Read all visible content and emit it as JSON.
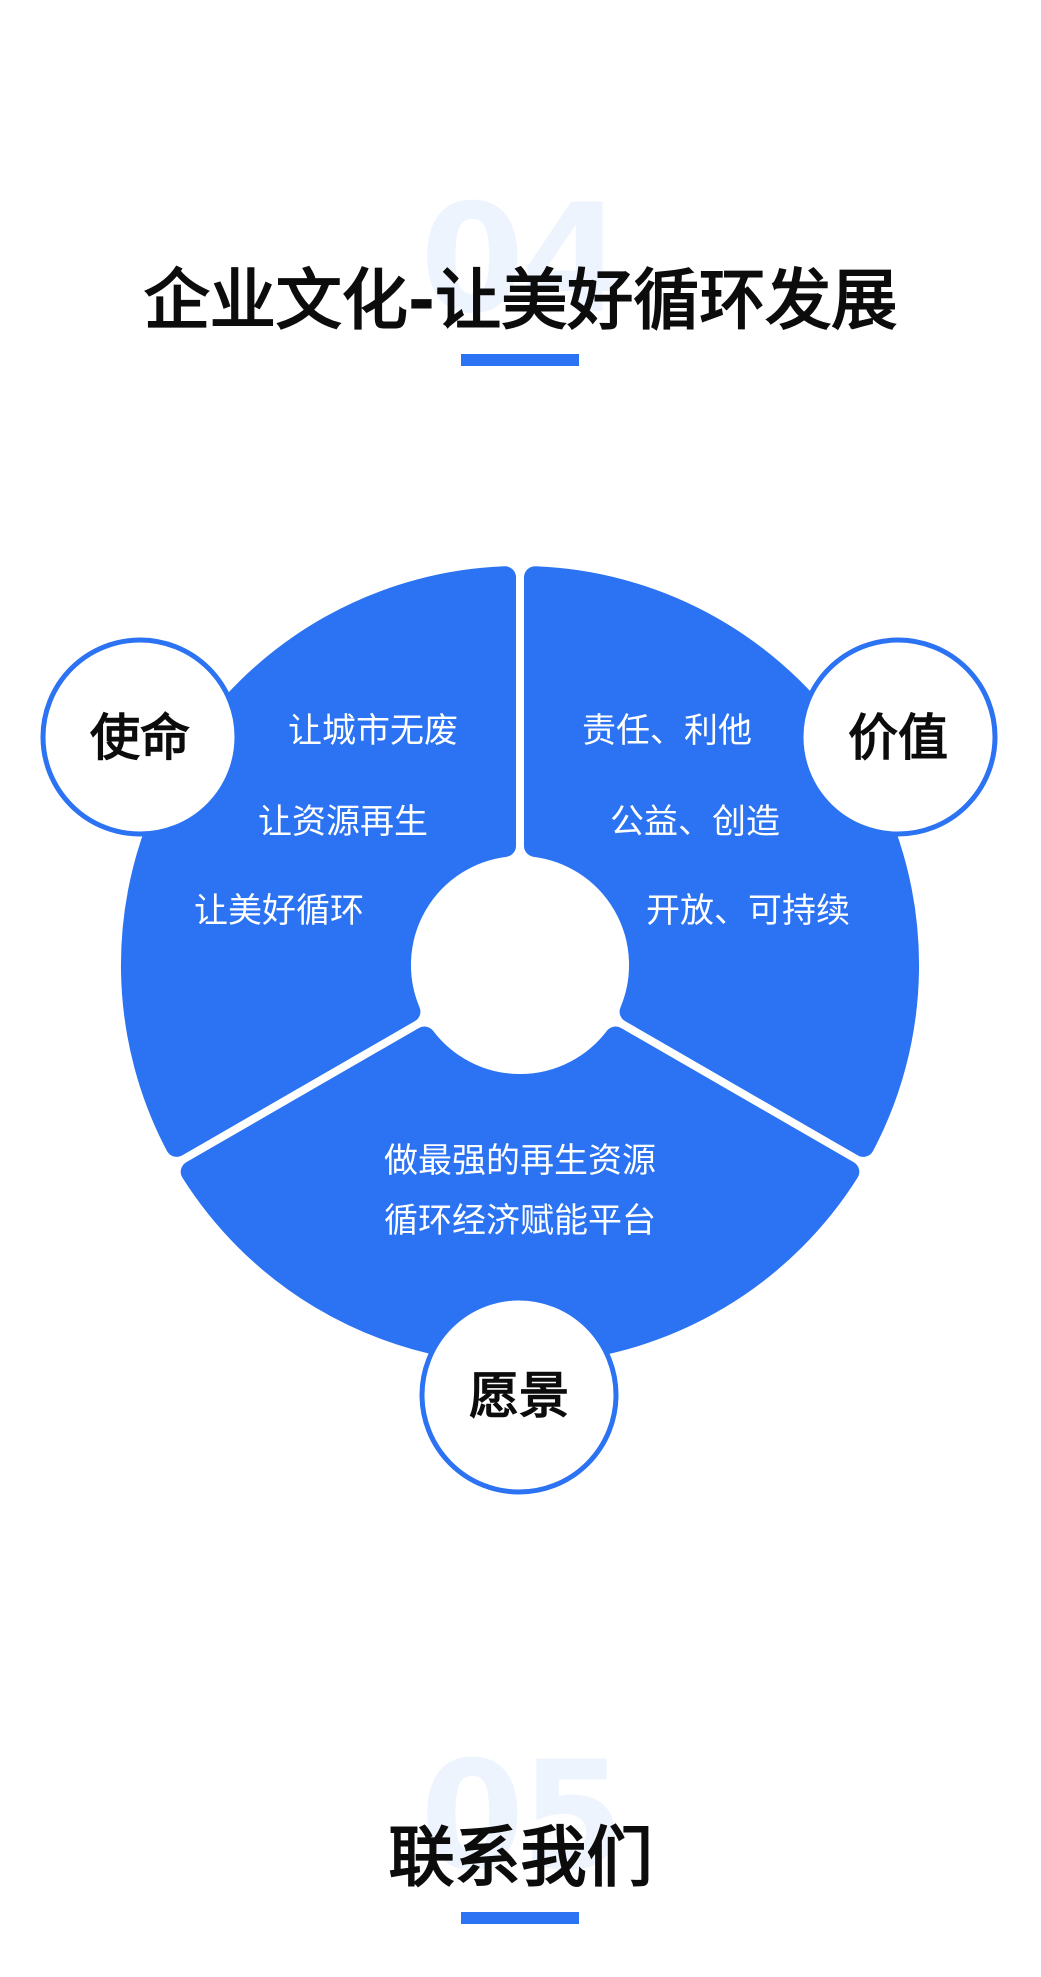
{
  "accent_color": "#2b73f2",
  "title_color": "#0c0c0c",
  "number_watermark_color": "#eef4fe",
  "section_culture": {
    "number": "04",
    "title": "企业文化-让美好循环发展"
  },
  "diagram": {
    "mission": {
      "label": "使命",
      "items": [
        "让城市无废",
        "让资源再生",
        "让美好循环"
      ]
    },
    "values": {
      "label": "价值",
      "items": [
        "责任、利他",
        "公益、创造",
        "开放、可持续"
      ]
    },
    "vision": {
      "label": "愿景",
      "items": [
        "做最强的再生资源",
        "循环经济赋能平台"
      ]
    }
  },
  "section_contact": {
    "number": "05",
    "title": "联系我们"
  }
}
